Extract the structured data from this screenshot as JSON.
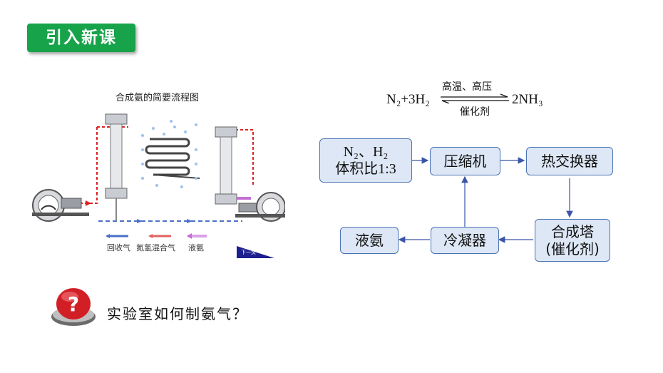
{
  "header": {
    "title": "引入新课"
  },
  "flow_image": {
    "title": "合成氨的简要流程图",
    "legend": [
      "回收气",
      "氮氢混合气",
      "液氨"
    ],
    "next_page": "下一页"
  },
  "equation": {
    "reactants": "N₂+3H₂",
    "condition_top": "高温、高压",
    "condition_bottom": "催化剂",
    "product": "2NH₃"
  },
  "flowchart": {
    "feed_line1": "N₂、H₂",
    "feed_line2": "体积比1:3",
    "compressor": "压缩机",
    "heat_exchanger": "热交换器",
    "synthesis_tower_line1": "合成塔",
    "synthesis_tower_line2": "(催化剂)",
    "condenser": "冷凝器",
    "liquid_ammonia": "液氨"
  },
  "question": {
    "text": "实验室如何制氨气？"
  },
  "colors": {
    "badge": "#17a34a",
    "box_fill": "#dde7f5",
    "box_border": "#4a73b5",
    "arrow": "#3a55a8"
  }
}
